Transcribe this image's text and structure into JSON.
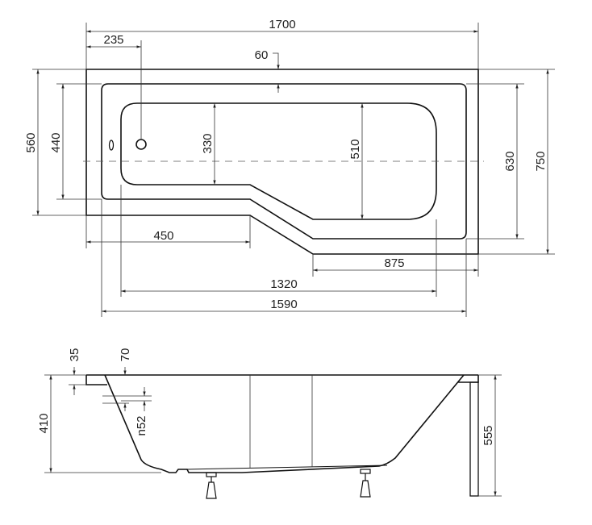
{
  "top_view": {
    "dims": {
      "total_length": "1700",
      "drain_offset": "235",
      "rim_width": "60",
      "width_narrow_outer": "560",
      "width_narrow_inner": "440",
      "basin_narrow": "330",
      "basin_wide": "510",
      "width_wide_inner": "630",
      "width_wide_outer": "750",
      "narrow_length": "450",
      "wide_length": "875",
      "basin_length": "1320",
      "inner_length": "1590"
    }
  },
  "side_view": {
    "dims": {
      "rim_thickness": "35",
      "rim_step": "70",
      "overflow_height": "n52",
      "depth": "410",
      "total_height": "555"
    }
  }
}
